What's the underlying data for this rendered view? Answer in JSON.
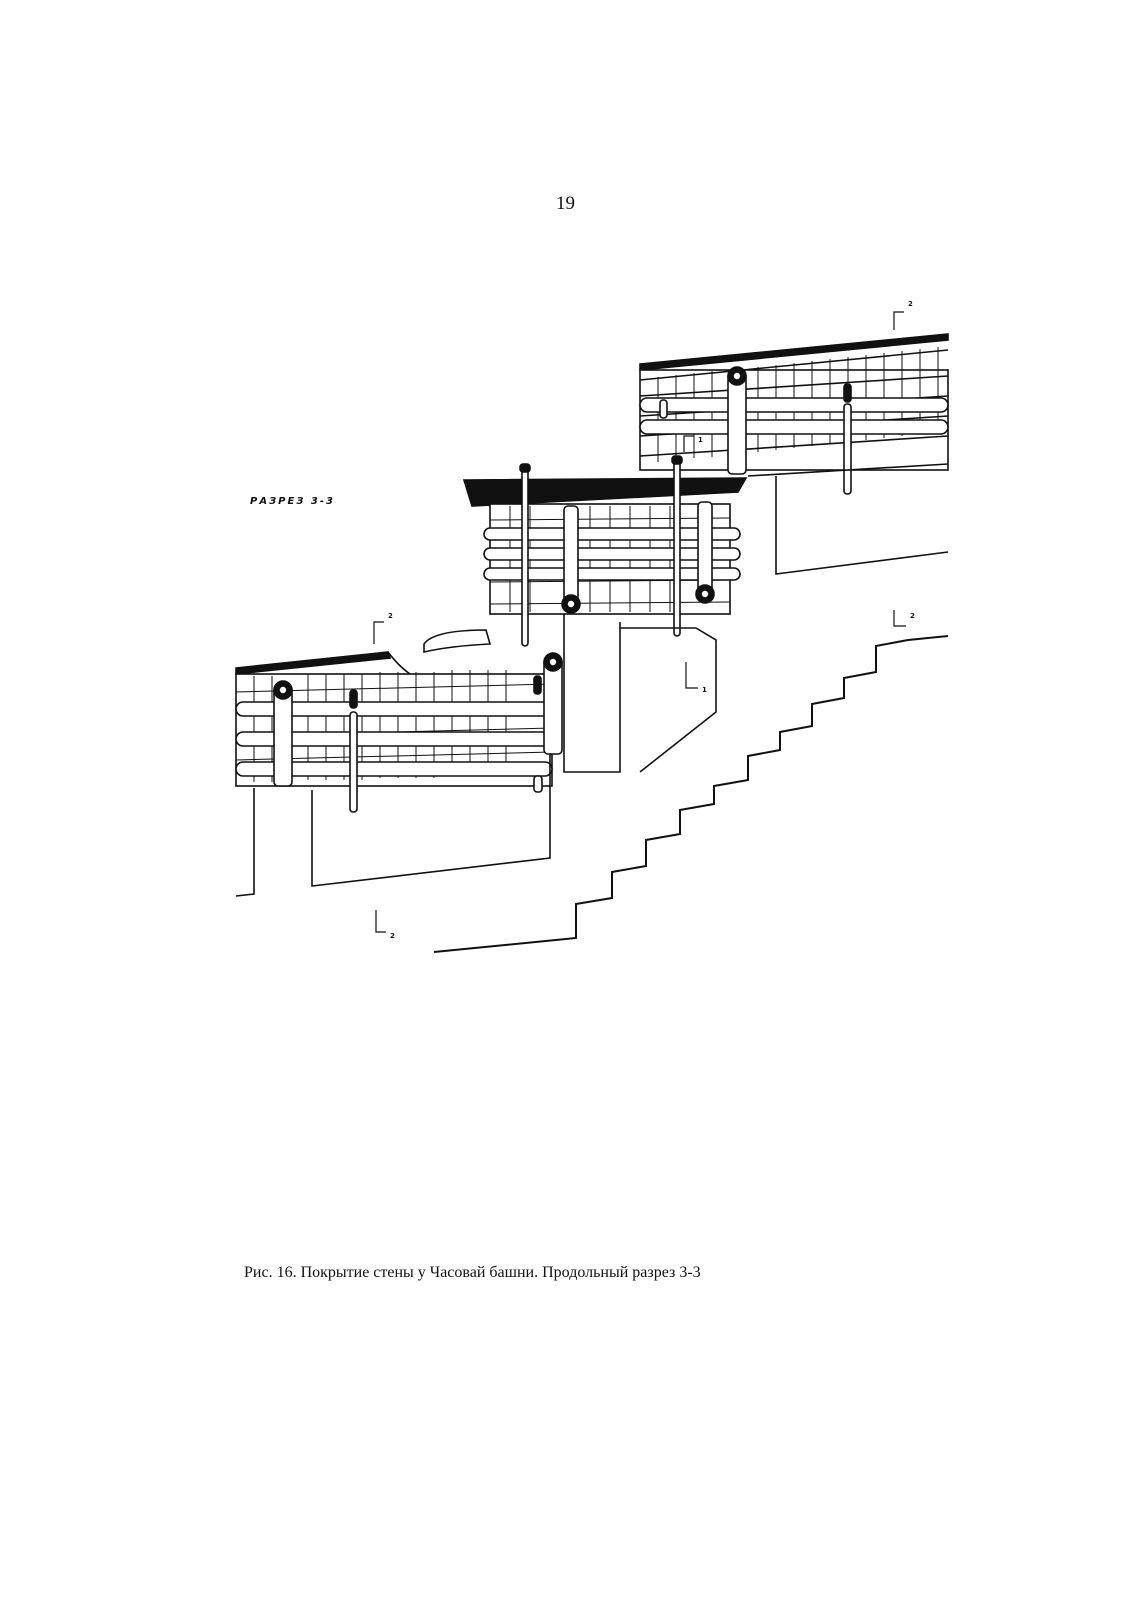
{
  "page": {
    "number": "19"
  },
  "drawing": {
    "section_label": "РАЗРЕЗ  3-3",
    "markers": {
      "top_right": "2",
      "right_middle": "2",
      "left_middle": "2",
      "bottom_left": "2",
      "center_top": "1",
      "center_bottom": "1"
    }
  },
  "caption": {
    "text": "Рис. 16. Покрытие стены у Часовай башни. Продольный разрез 3-3"
  }
}
